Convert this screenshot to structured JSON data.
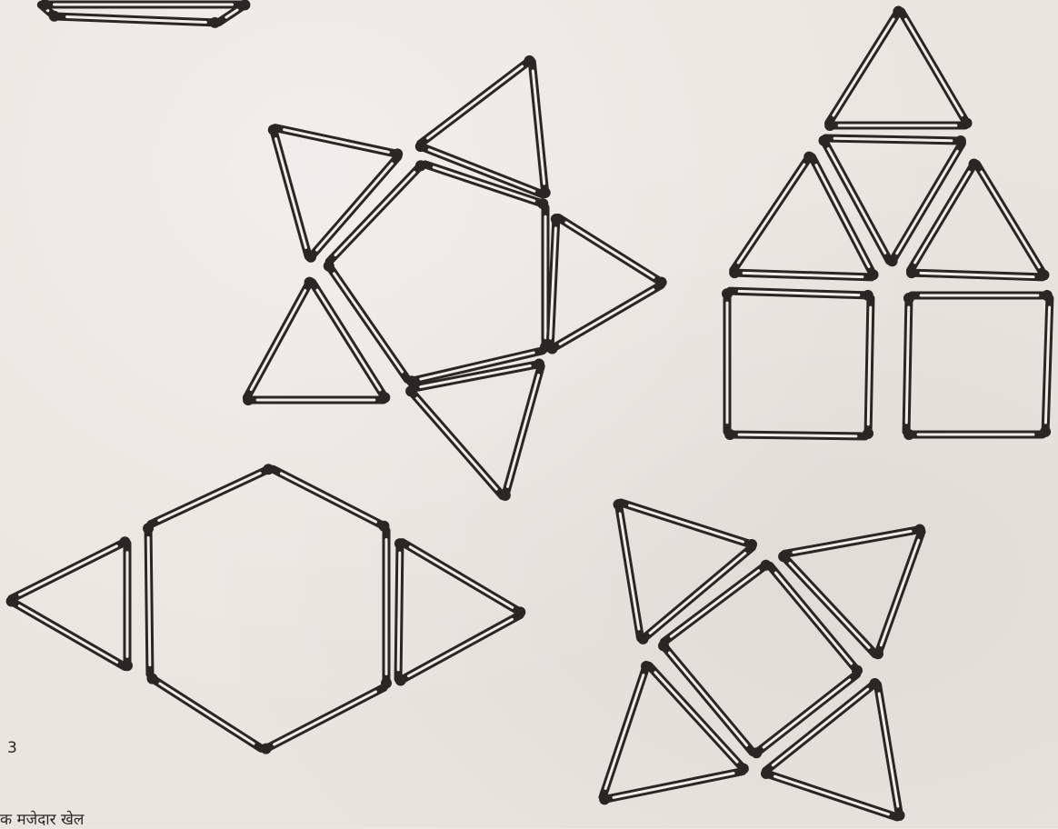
{
  "page": {
    "page_number": "3",
    "caption": "क मजेदार खेल"
  },
  "figures": [
    {
      "name": "star-of-triangles",
      "description_shape": "pentagon with five triangles"
    },
    {
      "name": "house-of-matchsticks",
      "description_shape": "four triangles over two squares"
    },
    {
      "name": "hexagon-with-triangles",
      "description_shape": "hexagon with two side triangles"
    },
    {
      "name": "square-with-triangles",
      "description_shape": "tilted square with four triangles"
    }
  ],
  "colors": {
    "paper": "#e9e6df",
    "ink": "#2a2624",
    "stick_fill": "#f0ede6"
  }
}
